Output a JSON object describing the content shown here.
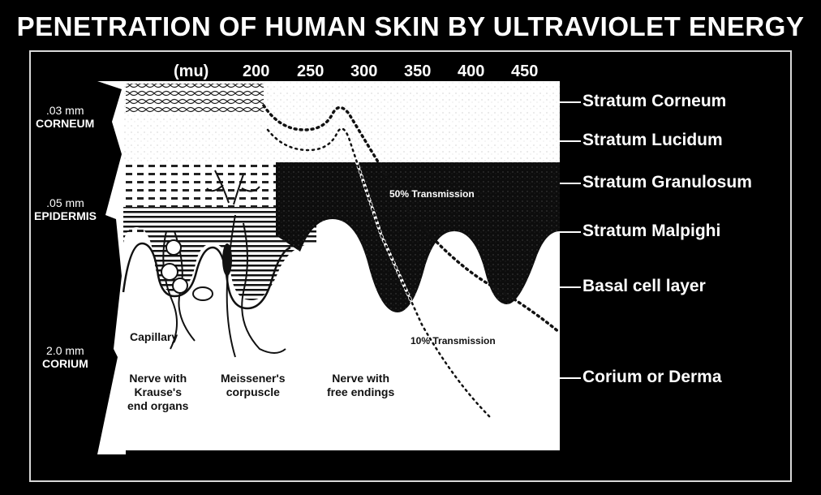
{
  "title": "PENETRATION OF HUMAN SKIN BY ULTRAVIOLET ENERGY",
  "wavelength_unit": "(mu)",
  "wavelengths": [
    "200",
    "250",
    "300",
    "350",
    "400",
    "450"
  ],
  "thickness_labels": [
    {
      "thickness": ".03 mm",
      "name": "CORNEUM"
    },
    {
      "thickness": ".05 mm",
      "name": "EPIDERMIS"
    },
    {
      "thickness": "2.0 mm",
      "name": "CORIUM"
    }
  ],
  "layer_labels": [
    "Stratum Corneum",
    "Stratum Lucidum",
    "Stratum Granulosum",
    "Stratum Malpighi",
    "Basal cell layer",
    "Corium or Derma"
  ],
  "transmission_labels": {
    "fifty": "50% Transmission",
    "ten": "10% Transmission"
  },
  "structure_labels": {
    "capillary": "Capillary",
    "nerve_krause": [
      "Nerve with",
      "Krause's",
      "end organs"
    ],
    "meissner": [
      "Meissener's",
      "corpuscle"
    ],
    "nerve_free": [
      "Nerve with",
      "free endings"
    ]
  },
  "colors": {
    "background": "#000000",
    "panel": "#ffffff",
    "text": "#ffffff",
    "dark_layer": "#0d0d0d"
  }
}
